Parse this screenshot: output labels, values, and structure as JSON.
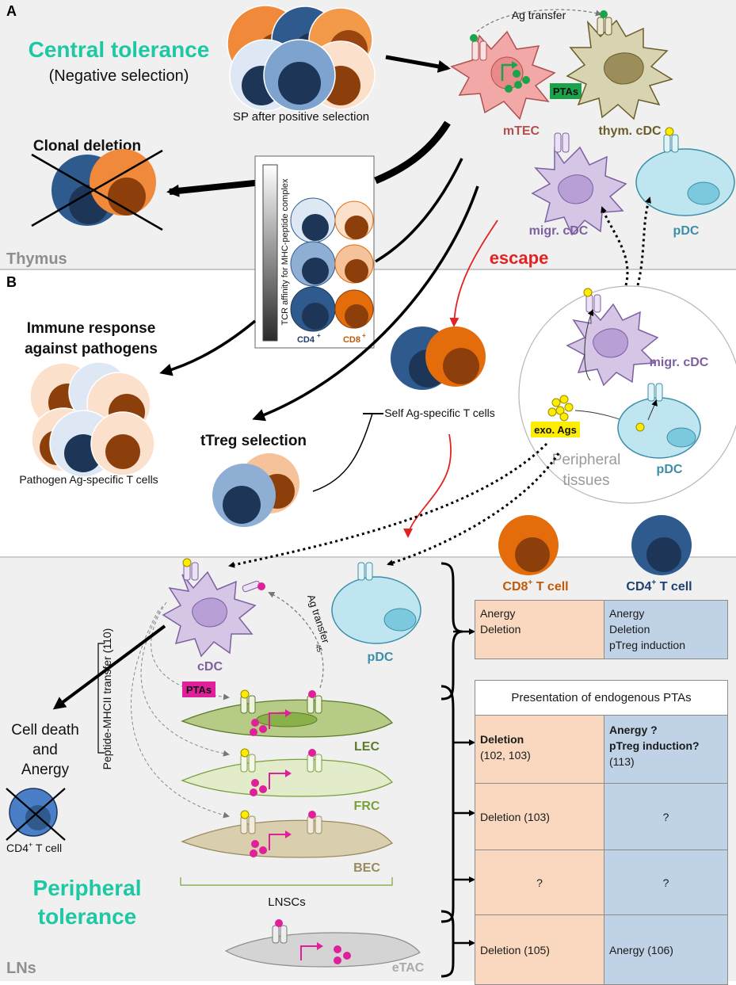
{
  "panels": {
    "a_letter": "A",
    "b_letter": "B",
    "thymus": "Thymus",
    "lns": "LNs"
  },
  "central": {
    "title": "Central tolerance",
    "subtitle": "(Negative selection)",
    "sp_label": "SP after positive selection",
    "ag_transfer": "Ag transfer",
    "ptas": "PTAs",
    "mtec": "mTEC",
    "thym_cdc": "thym. cDC",
    "migr_cdc": "migr. cDC",
    "pdc": "pDC",
    "clonal_deletion": "Clonal deletion",
    "affinity_axis": "TCR affinity for MHC-peptide complex",
    "cd4": "CD4",
    "cd8": "CD8",
    "plus": "+",
    "escape": "escape"
  },
  "middle": {
    "immune_line1": "Immune response",
    "immune_line2": "against pathogens",
    "pathogen_label": "Pathogen Ag-specific T cells",
    "treg": "tTreg selection",
    "self_ag": "Self Ag-specific T cells",
    "migr_cdc": "migr. cDC",
    "exo": "exo. Ags",
    "pdc": "pDC",
    "peripheral_line1": "Peripheral",
    "peripheral_line2": "tissues"
  },
  "ln": {
    "cdc": "cDC",
    "pdc": "pDC",
    "ag_transfer": "Ag transfer",
    "ag_ref": "45",
    "mhc_transfer": "Peptide-MHCII transfer (110)",
    "ptas": "PTAs",
    "lec": "LEC",
    "frc": "FRC",
    "bec": "BEC",
    "lnscs": "LNSCs",
    "etac": "eTAC",
    "cell_death_1": "Cell death",
    "cell_death_2": "and",
    "cell_death_3": "Anergy",
    "cd4_cell": "CD4",
    "cd4_cell_suffix": " T cell",
    "peripheral_1": "Peripheral",
    "peripheral_2": "tolerance"
  },
  "table": {
    "cd8_head": "CD8",
    "cd4_head": "CD4",
    "head_suffix": " T cell",
    "row1_cd8": [
      "Anergy",
      "Deletion"
    ],
    "row1_cd4": [
      "Anergy",
      "Deletion",
      "pTreg induction"
    ],
    "header": "Presentation of endogenous PTAs",
    "lec_cd8_bold": "Deletion",
    "lec_cd8_ref": "(102, 103)",
    "lec_cd4_bold1": "Anergy ?",
    "lec_cd4_bold2": "pTreg induction?",
    "lec_cd4_ref": "(113)",
    "frc_cd8": "Deletion (103)",
    "frc_cd4": "?",
    "bec_cd8": "?",
    "bec_cd4": "?",
    "etac_cd8": "Deletion (105)",
    "etac_cd4": "Anergy (106)"
  },
  "colors": {
    "teal": "#1ec8a3",
    "cd4_dark": "#1f3f6e",
    "cd8_orange": "#e46c0a",
    "escape_red": "#e32222",
    "mtec": "#b05050",
    "thym_cdc": "#6b5d2a",
    "migr_cdc": "#7d60a0",
    "pdc": "#3b8ea8",
    "lec": "#5b7a2a",
    "frc": "#7aa03b",
    "bec": "#9a8a60",
    "pta_green": "#1aa34a",
    "pta_magenta": "#e0209a"
  }
}
